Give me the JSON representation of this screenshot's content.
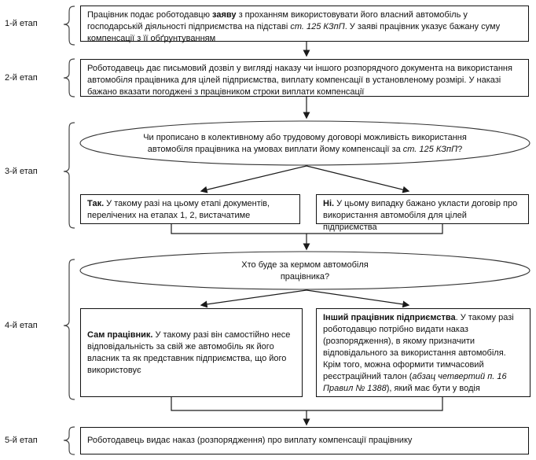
{
  "stages": [
    {
      "label": "1-й етап"
    },
    {
      "label": "2-й етап"
    },
    {
      "label": "3-й етап"
    },
    {
      "label": "4-й етап"
    },
    {
      "label": "5-й етап"
    }
  ],
  "nodes": {
    "step1": {
      "segments": [
        {
          "t": "Працівник подає роботодавцю "
        },
        {
          "t": "заяву",
          "b": true
        },
        {
          "t": " з проханням використовувати його власний автомобіль у господарській діяльності підприємства на підставі "
        },
        {
          "t": "ст. 125 КЗпП",
          "i": true
        },
        {
          "t": ". У заяві працівник указує бажану суму компенсації з її обґрунтуванням"
        }
      ]
    },
    "step2": {
      "segments": [
        {
          "t": "Роботодавець дає письмовий дозвіл у вигляді наказу чи іншого розпорядчого документа на використання автомобіля працівника для цілей підприємства, виплату компенсації в установленому розмірі. У наказі бажано вказати погоджені з працівником строки виплати компенсації"
        }
      ]
    },
    "decision3": {
      "segments": [
        {
          "t": "Чи прописано в колективному або трудовому договорі можливість використання"
        },
        {
          "br": true
        },
        {
          "t": "автомобіля працівника на умовах виплати йому компенсації за "
        },
        {
          "t": "ст. 125 КЗпП",
          "i": true
        },
        {
          "t": "?"
        }
      ]
    },
    "yes3": {
      "segments": [
        {
          "t": "Так.",
          "b": true
        },
        {
          "t": " У такому разі на цьому етапі документів, перелічених на етапах 1, 2, вистачатиме"
        }
      ]
    },
    "no3": {
      "segments": [
        {
          "t": "Ні.",
          "b": true
        },
        {
          "t": " У цьому випадку бажано укласти договір про використання автомобіля для цілей підприємства"
        }
      ]
    },
    "decision4": {
      "segments": [
        {
          "t": "Хто буде за кермом автомобіля"
        },
        {
          "br": true
        },
        {
          "t": "працівника?"
        }
      ]
    },
    "driver_self": {
      "segments": [
        {
          "t": "Сам працівник.",
          "b": true
        },
        {
          "t": " У такому разі він самостійно несе відповідальність за свій же автомобіль як його власник та як представник підприємства, що його використовує"
        }
      ]
    },
    "driver_other": {
      "segments": [
        {
          "t": "Інший працівник підприємства",
          "b": true
        },
        {
          "t": ". У такому разі роботодавцю потрібно видати наказ (розпорядження), в якому призначити відповідального за використання автомобіля. Крім того, можна оформити тимчасовий реєстраційний талон ("
        },
        {
          "t": "абзац четвертий п. 16 Правил № 1388",
          "i": true
        },
        {
          "t": "), який має бути у водія"
        }
      ]
    },
    "step5": {
      "segments": [
        {
          "t": "Роботодавець видає наказ (розпорядження) про виплату компенсації працівнику"
        }
      ]
    }
  },
  "colors": {
    "line": "#1a1a1a",
    "ellipse_stroke": "#333333",
    "text": "#111111"
  }
}
